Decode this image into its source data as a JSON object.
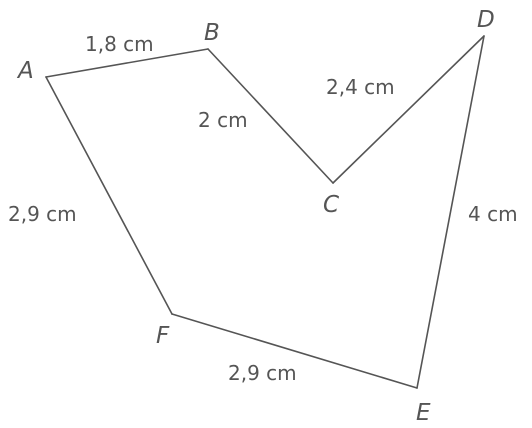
{
  "figure": {
    "vertices": {
      "A": "A",
      "B": "B",
      "C": "C",
      "D": "D",
      "E": "E",
      "F": "F"
    },
    "edges": {
      "AB": "1,8 cm",
      "BC": "2 cm",
      "CD": "2,4 cm",
      "DE": "4 cm",
      "EF": "2,9 cm",
      "FA": "2,9 cm"
    },
    "colors": {
      "stroke": "#555555",
      "text": "#555555",
      "background": "#ffffff"
    }
  }
}
